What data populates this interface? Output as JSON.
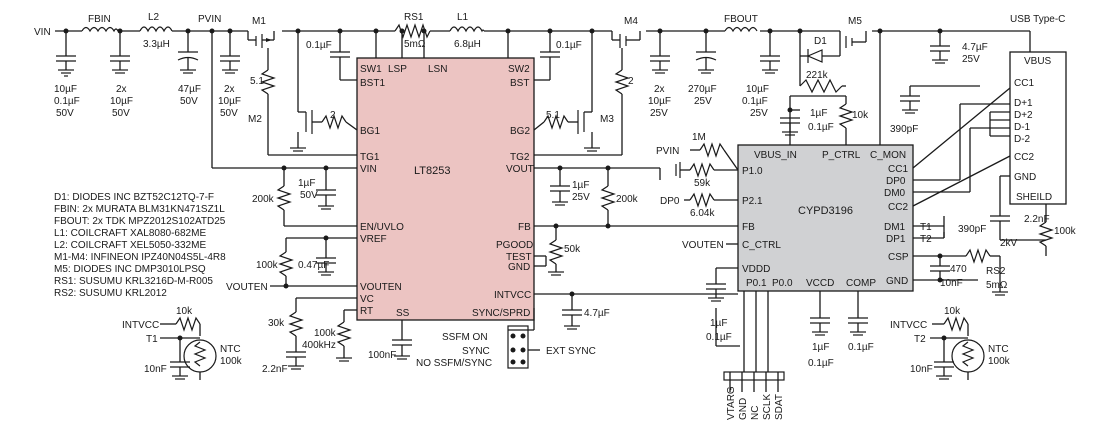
{
  "nets": {
    "vin": "VIN",
    "pvin": "PVIN",
    "usb": "USB Type-C",
    "vbus": "VBUS",
    "pvin2": "PVIN",
    "vouten": "VOUTEN",
    "intvcc": "INTVCC",
    "t1": "T1",
    "t2": "T2",
    "dp0": "DP0",
    "vouten2": "VOUTEN",
    "extsync": "EXT SYNC",
    "ssfm_on": "SSFM ON",
    "sync": "SYNC",
    "no_ssfm": "NO SSFM/SYNC"
  },
  "chips": {
    "lt8253": {
      "name": "LT8253",
      "pins": {
        "sw1": "SW1",
        "lsp": "LSP",
        "lsn": "LSN",
        "sw2": "SW2",
        "bst1": "BST1",
        "bst2": "BST",
        "bg1": "BG1",
        "bg2": "BG2",
        "tg1": "TG1",
        "tg2": "TG2",
        "vin": "VIN",
        "vout": "VOUT",
        "enuvlo": "EN/UVLO",
        "vref": "VREF",
        "fb": "FB",
        "pgood": "PGOOD",
        "test": "TEST",
        "gnd": "GND",
        "vouten": "VOUTEN",
        "vc": "VC",
        "rt": "RT",
        "ss": "SS",
        "intvcc": "INTVCC",
        "syncsprd": "SYNC/SPRD"
      }
    },
    "cypd": {
      "name": "CYPD3196",
      "pins": {
        "vbusin": "VBUS_IN",
        "pctrl": "P_CTRL",
        "cmon": "C_MON",
        "p10": "P1.0",
        "p21": "P2.1",
        "fb": "FB",
        "cctrl": "C_CTRL",
        "vddd": "VDDD",
        "p01": "P0.1",
        "p00": "P0.0",
        "vccd": "VCCD",
        "comp": "COMP",
        "cc1": "CC1",
        "dp0": "DP0",
        "dm0": "DM0",
        "cc2": "CC2",
        "dm1": "DM1",
        "dp1": "DP1",
        "csp": "CSP",
        "gnd": "GND"
      }
    },
    "conn": {
      "pins": {
        "vbus": "VBUS",
        "cc1": "CC1",
        "dp1": "D+1",
        "dp2": "D+2",
        "dm1": "D-1",
        "dm2": "D-2",
        "cc2": "CC2",
        "gnd": "GND",
        "shield": "SHEILD"
      }
    }
  },
  "prog_header": [
    "VTARG",
    "GND",
    "NC",
    "SCLK",
    "SDAT"
  ],
  "labels": {
    "fbin": "FBIN",
    "l2": "L2",
    "l2v": "3.3µH",
    "m1": "M1",
    "m4": "M4",
    "m5": "M5",
    "rs1": "RS1",
    "rs1v": "5mΩ",
    "l1": "L1",
    "l1v": "6.8µH",
    "fbout": "FBOUT",
    "d1": "D1",
    "m2": "M2",
    "m3": "M3",
    "ntc": "NTC",
    "rs2": "RS2",
    "rs2v": "5mΩ"
  },
  "values": {
    "c_in1a": "10µF",
    "c_in1b": "0.1µF",
    "c_in1c": "50V",
    "c_in2a": "2x",
    "c_in2b": "10µF",
    "c_in2c": "50V",
    "c_in3a": "47µF",
    "c_in3b": "50V",
    "c_in4a": "2x",
    "c_in4b": "10µF",
    "c_in4c": "50V",
    "r_m1": "5.1",
    "c_bst1": "0.1µF",
    "c_bst2": "0.1µF",
    "r_m4": "2",
    "c_o1a": "2x",
    "c_o1b": "10µF",
    "c_o1c": "25V",
    "c_o2a": "270µF",
    "c_o2b": "25V",
    "c_o3a": "10µF",
    "c_o3b": "0.1µF",
    "c_o3c": "25V",
    "r_d1": "221k",
    "c_1u": "1µF",
    "c_01u": "0.1µF",
    "r_10k": "10k",
    "c_vbusa": "4.7µF",
    "c_vbusb": "25V",
    "r_bg1": "2",
    "r_bg2": "5.1",
    "r_1m": "1M",
    "r_59k": "59k",
    "c_390": "390pF",
    "c_vin1": "1µF",
    "c_vin2": "50V",
    "r_200k": "200k",
    "c_vout1": "1µF",
    "c_vout2": "25V",
    "r_200k2": "200k",
    "r_6k": "6.04k",
    "r_100k": "100k",
    "c_047": "0.47µF",
    "r_50k": "50k",
    "c_47u": "4.7µF",
    "c_390b": "390pF",
    "c_22n": "2.2nF",
    "c_2kv": "2kV",
    "r_100k2": "100k",
    "r_470": "470",
    "c_10nf": "10nF",
    "r_30k": "30k",
    "r_rt1": "100k",
    "r_rt2": "400kHz",
    "c_22nf": "2.2nF",
    "c_100nf": "100nF",
    "r_10k_ntc": "10k",
    "c_10nf_ntc": "10nF",
    "ntc_val": "100k",
    "r_10k_ntc2": "10k",
    "c_10nf_ntc2": "10nF",
    "ntc_val2": "100k",
    "c_vddd1": "1µF",
    "c_vddd2": "0.1µF",
    "c_vccd1": "1µF",
    "c_vccd2": "0.1µF",
    "c_comp": "0.1µF"
  },
  "bom": [
    "D1: DIODES INC BZT52C12TQ-7-F",
    "FBIN: 2x MURATA BLM31KN471SZ1L",
    "FBOUT: 2x TDK MPZ2012S102ATD25",
    "L1: COILCRAFT XAL8080-682ME",
    "L2: COILCRAFT XEL5050-332ME",
    "M1-M4: INFINEON IPZ40N04S5L-4R8",
    "M5: DIODES INC DMP3010LPSQ",
    "RS1: SUSUMU KRL3216D-M-R005",
    "RS2: SUSUMU KRL2012"
  ],
  "colors": {
    "lt8253_fill": "#ecc4c2",
    "cypd_fill": "#d0d1d3",
    "conn_fill": "#ffffff",
    "ink": "#1a1a1a"
  }
}
